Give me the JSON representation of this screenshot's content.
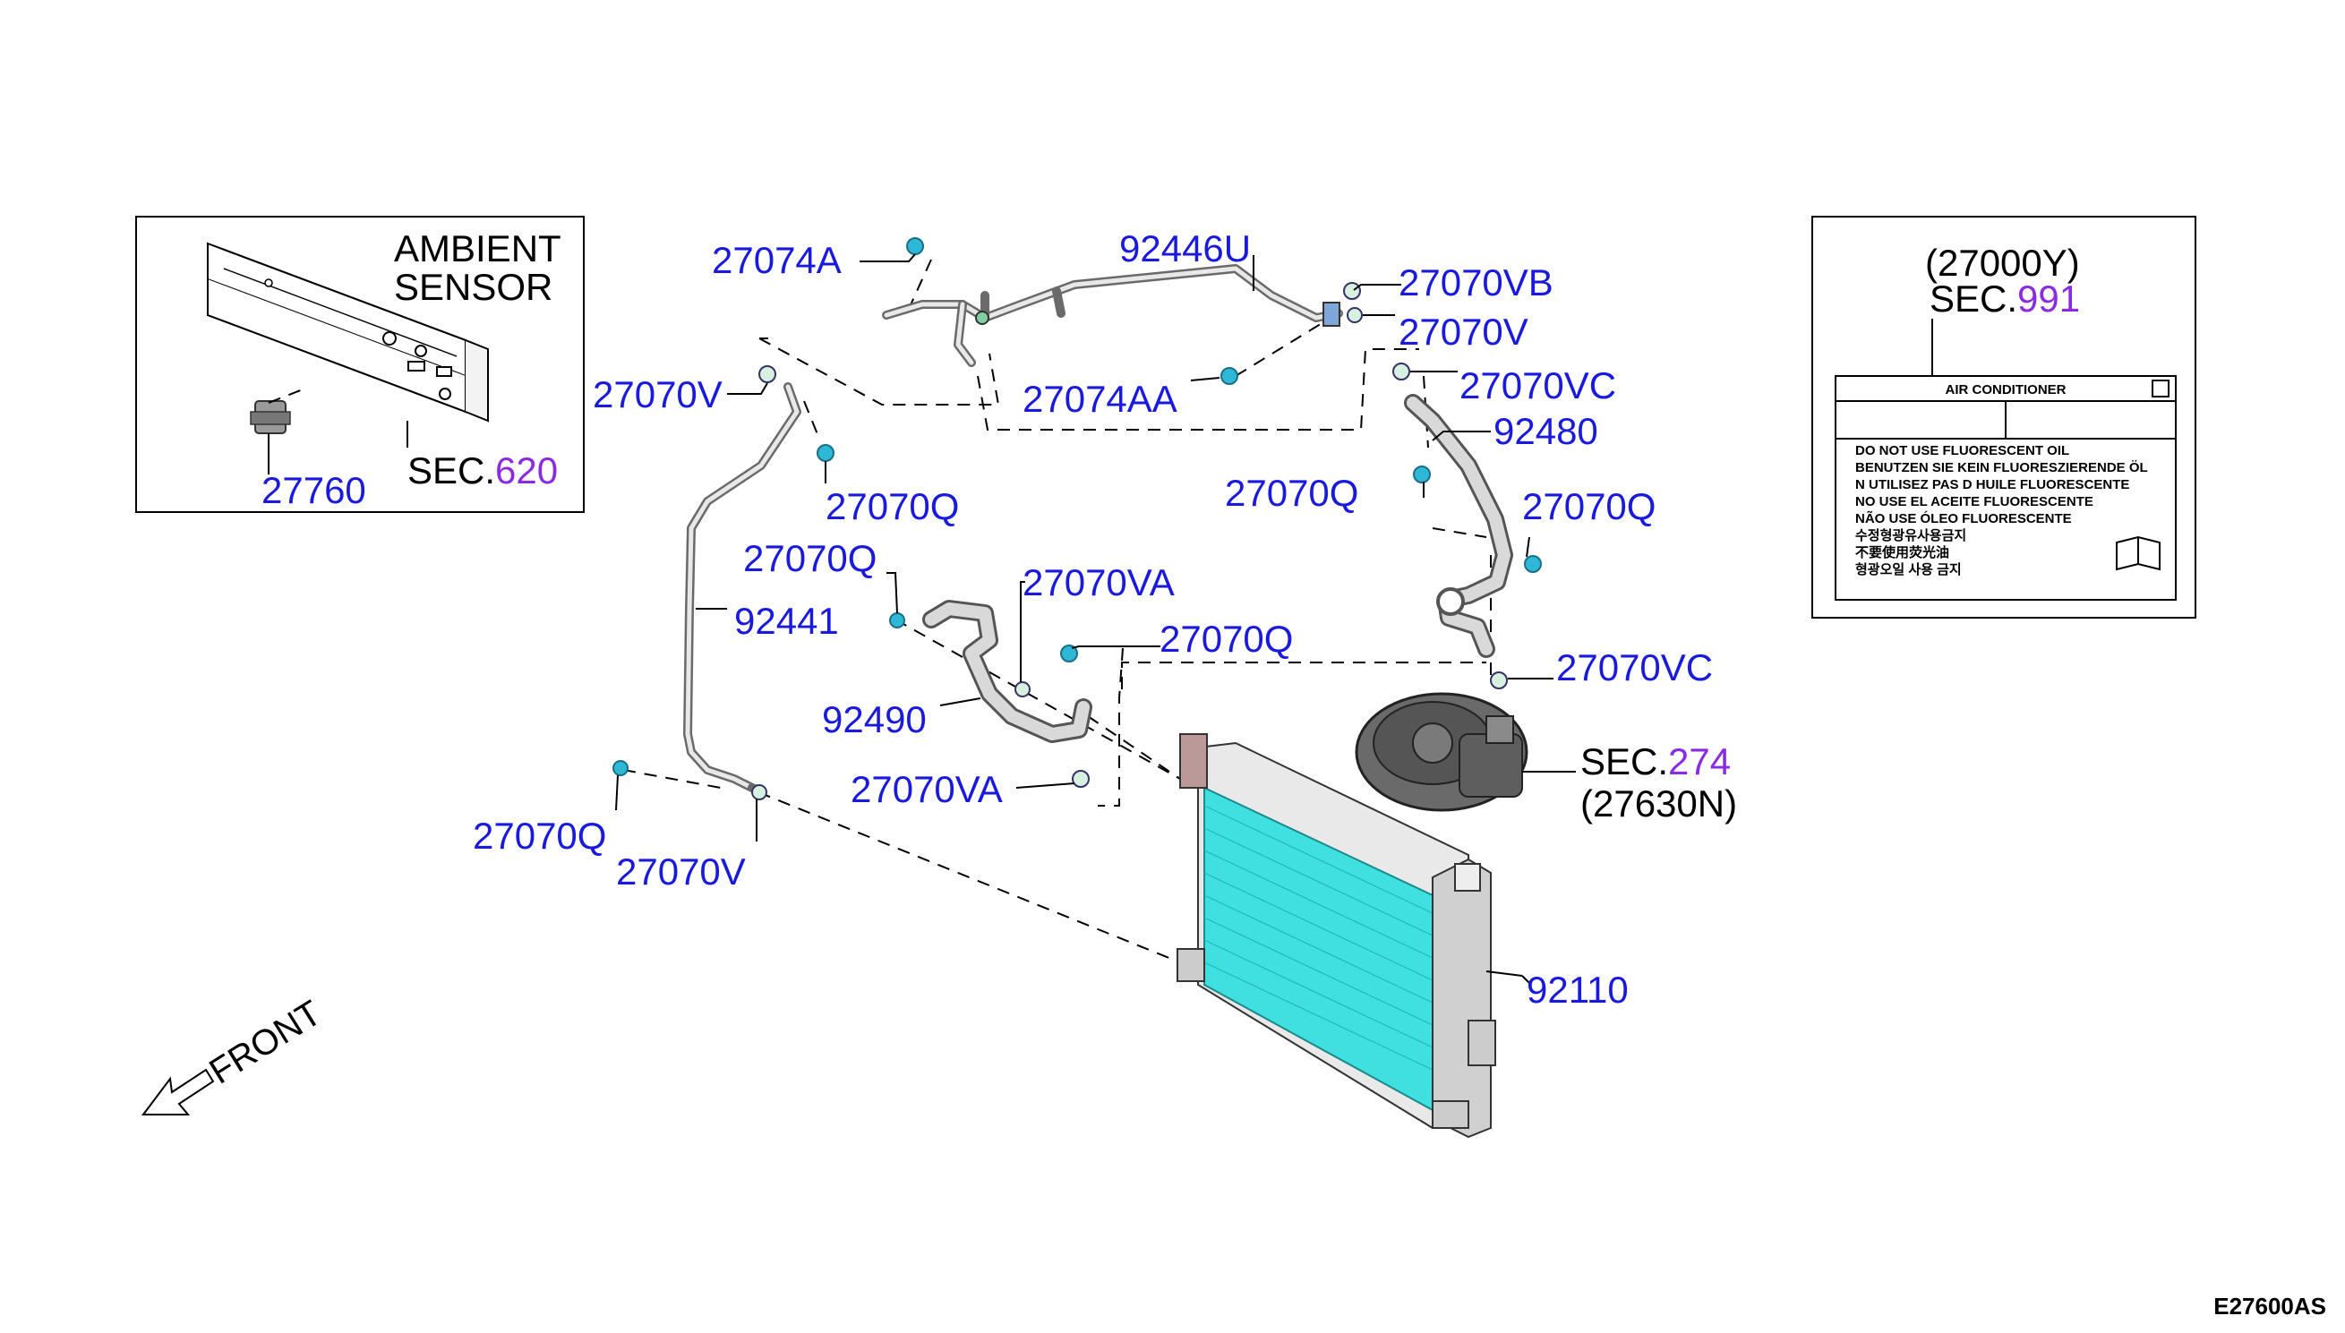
{
  "ambient_box": {
    "title_line1": "AMBIENT",
    "title_line2": "SENSOR",
    "sec_prefix": "SEC.",
    "sec_number": "620",
    "part": "27760"
  },
  "label_box": {
    "part_ref": "(27000Y)",
    "sec_prefix": "SEC.",
    "sec_number": "991",
    "header": "AIR CONDITIONER",
    "lines": [
      "DO NOT USE FLUORESCENT OIL",
      "BENUTZEN SIE KEIN FLUORESZIERENDE ÖL",
      "N UTILISEZ PAS D HUILE FLUORESCENTE",
      "NO USE EL ACEITE FLUORESCENTE",
      "NÃO USE ÓLEO FLUORESCENTE",
      "수정형광유사용금지",
      "不要使用荧光油",
      "형광오일 사용 금지"
    ]
  },
  "compressor": {
    "sec_prefix": "SEC.",
    "sec_number": "274",
    "part_ref": "(27630N)"
  },
  "parts": {
    "p27074A": "27074A",
    "p92446U": "92446U",
    "p27070VB": "27070VB",
    "p27070V_top": "27070V",
    "p27070V_left": "27070V",
    "p27074AA": "27074AA",
    "p27070VC_top": "27070VC",
    "p92480": "92480",
    "p27070Q_a": "27070Q",
    "p27070Q_b": "27070Q",
    "p27070Q_c": "27070Q",
    "p27070Q_d": "27070Q",
    "p27070VA_top": "27070VA",
    "p27070Q_e": "27070Q",
    "p92441": "92441",
    "p92490": "92490",
    "p27070VC_bot": "27070VC",
    "p27070VA_bot": "27070VA",
    "p27070Q_f": "27070Q",
    "p27070V_bot": "27070V",
    "p92110": "92110"
  },
  "front_label": "FRONT",
  "diagram_code": "E27600AS",
  "colors": {
    "part_number": "#1a1adf",
    "section_number": "#8a2be2",
    "condenser": "#3fe0e0",
    "fitting": "#2fb7d8"
  }
}
